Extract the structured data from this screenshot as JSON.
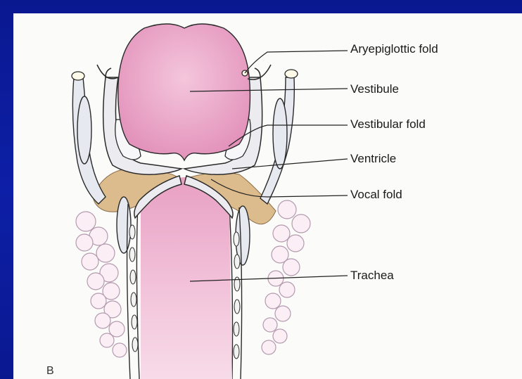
{
  "figure": {
    "panel_letter": "B",
    "labels": {
      "aryepiglottic_fold": "Aryepiglottic fold",
      "vestibule": "Vestibule",
      "vestibular_fold": "Vestibular fold",
      "ventricle": "Ventricle",
      "vocal_fold": "Vocal fold",
      "trachea": "Trachea"
    },
    "colors": {
      "background": "#0b1a8c",
      "panel": "#fbfbf9",
      "lumen_pink": "#e9a6c6",
      "muscle_tan": "#d9b98a",
      "gland_outline": "#b89ab0",
      "cartilage_blue": "#dfe4ec"
    }
  }
}
